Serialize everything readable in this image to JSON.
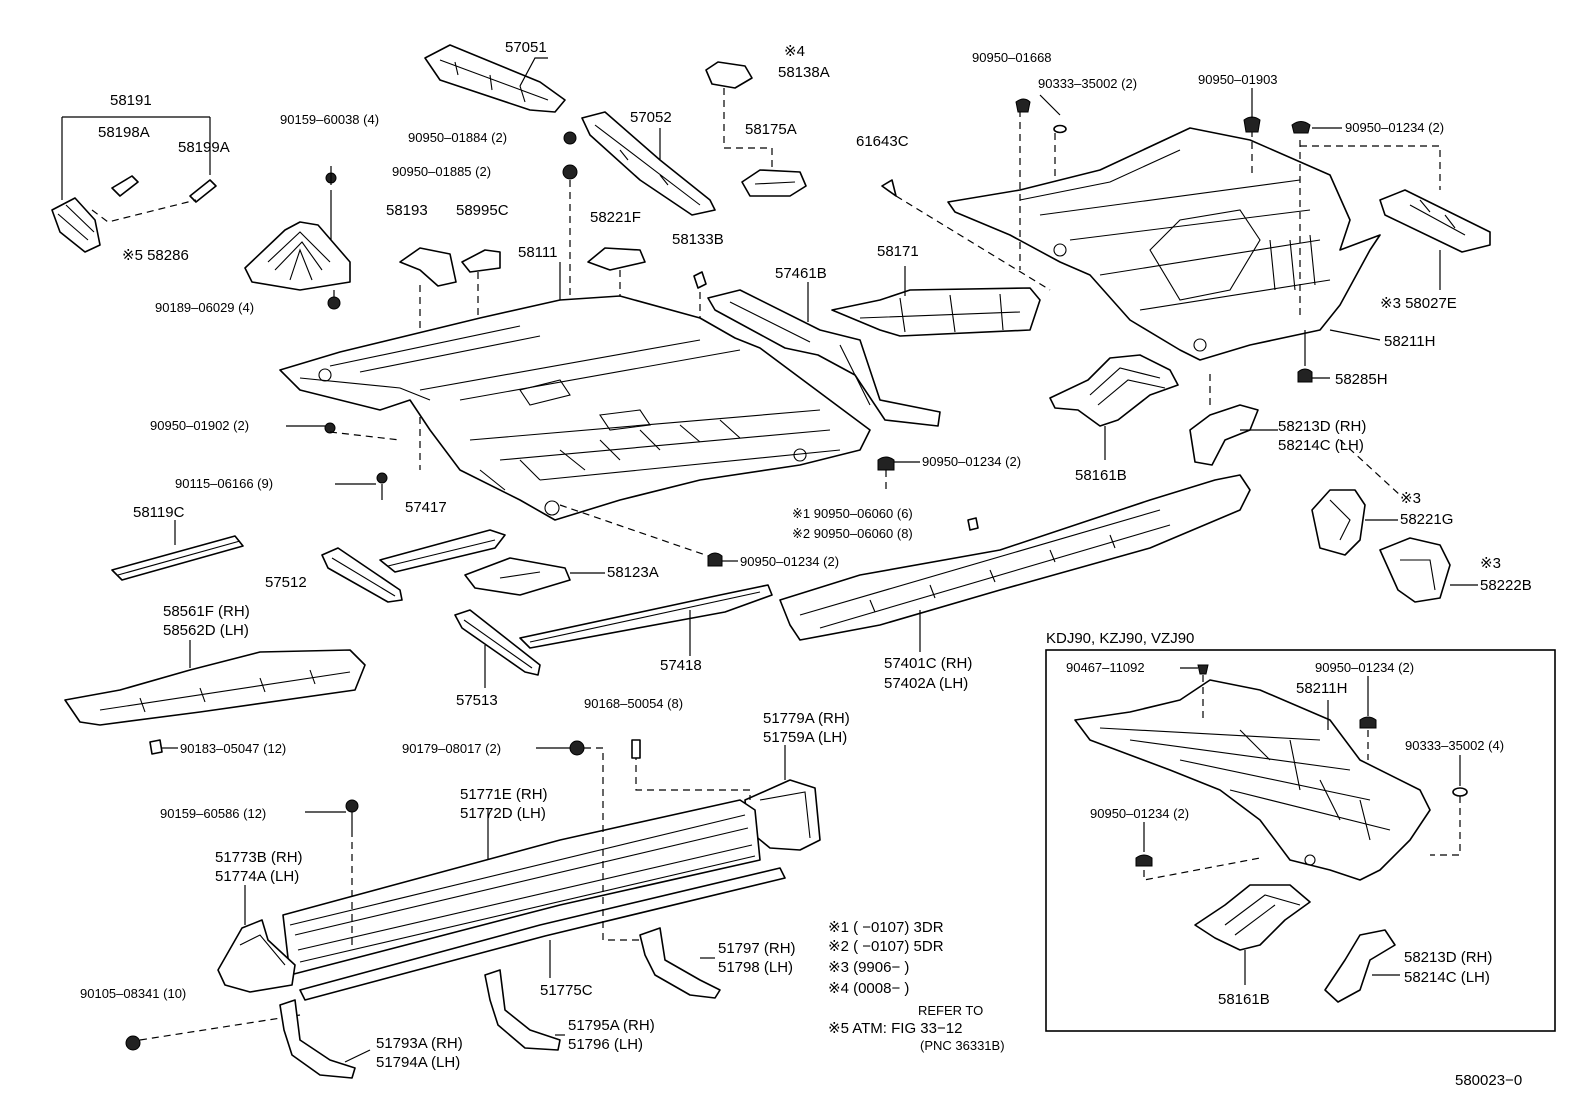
{
  "part_labels": {
    "p58191": "58191",
    "p58198A": "58198A",
    "p58199A": "58199A",
    "p58286": "※5 58286",
    "p90189_06029": "90189–06029 (4)",
    "p90159_60038": "90159–60038 (4)",
    "p57051": "57051",
    "p58138A_note": "※4",
    "p58138A": "58138A",
    "p90950_01884": "90950–01884 (2)",
    "p90950_01885": "90950–01885 (2)",
    "p57052": "57052",
    "p58175A": "58175A",
    "p61643C": "61643C",
    "p58193": "58193",
    "p58995C": "58995C",
    "p58221F": "58221F",
    "p58133B": "58133B",
    "p58111": "58111",
    "p57461B": "57461B",
    "p58171": "58171",
    "p90950_01668": "90950–01668",
    "p90333_35002_2": "90333–35002 (2)",
    "p90950_01903": "90950–01903",
    "p90950_01234_2a": "90950–01234 (2)",
    "p58027E": "※3  58027E",
    "p58211H": "58211H",
    "p58285H": "58285H",
    "p90950_01902": "90950–01902 (2)",
    "p90115_06166": "90115–06166 (9)",
    "p90950_01234_2b": "90950–01234 (2)",
    "p58213D": "58213D (RH)",
    "p58214C": "58214C (LH)",
    "p58161B": "58161B",
    "p58119C": "58119C",
    "p57417": "57417",
    "p57512": "57512",
    "p58123A": "58123A",
    "p90950_01234_2c": "90950–01234 (2)",
    "p90950_06060_6": "※1  90950–06060 (6)",
    "p90950_06060_8": "※2  90950–06060 (8)",
    "p58221G_note": "※3",
    "p58221G": "58221G",
    "p58222B_note": "※3",
    "p58222B": "58222B",
    "p58561F": "58561F (RH)",
    "p58562D": "58562D (LH)",
    "p57513": "57513",
    "p57418": "57418",
    "p57401C": "57401C (RH)",
    "p57402A": "57402A (LH)",
    "p90183_05047": "90183–05047 (12)",
    "p90168_50054": "90168–50054 (8)",
    "p90179_08017": "90179–08017 (2)",
    "p51779A": "51779A (RH)",
    "p51759A": "51759A (LH)",
    "p90159_60586": "90159–60586 (12)",
    "p51771E": "51771E (RH)",
    "p51772D": "51772D (LH)",
    "p51773B": "51773B (RH)",
    "p51774A": "51774A (LH)",
    "p51775C": "51775C",
    "p51797": "51797 (RH)",
    "p51798": "51798 (LH)",
    "p90105_08341": "90105–08341 (10)",
    "p51793A": "51793A (RH)",
    "p51794A": "51794A (LH)",
    "p51795A": "51795A (RH)",
    "p51796": "51796   (LH)"
  },
  "notes": {
    "n1": "※1 (        −0107) 3DR",
    "n2": "※2 (        −0107) 5DR",
    "n3": "※3 (9906−          )",
    "n4": "※4 (0008−          )",
    "n5_refer": "REFER TO",
    "n5": "※5 ATM: FIG 33−12",
    "n5_pnc": "(PNC 36331B)"
  },
  "inset": {
    "title": "KDJ90, KZJ90, VZJ90",
    "p90467_11092": "90467–11092",
    "p90950_01234_top": "90950–01234 (2)",
    "p58211H": "58211H",
    "p90333_35002_4": "90333–35002 (4)",
    "p90950_01234_left": "90950–01234 (2)",
    "p58161B": "58161B",
    "p58213D": "58213D (RH)",
    "p58214C": "58214C (LH)"
  },
  "figure_code": "580023−0"
}
